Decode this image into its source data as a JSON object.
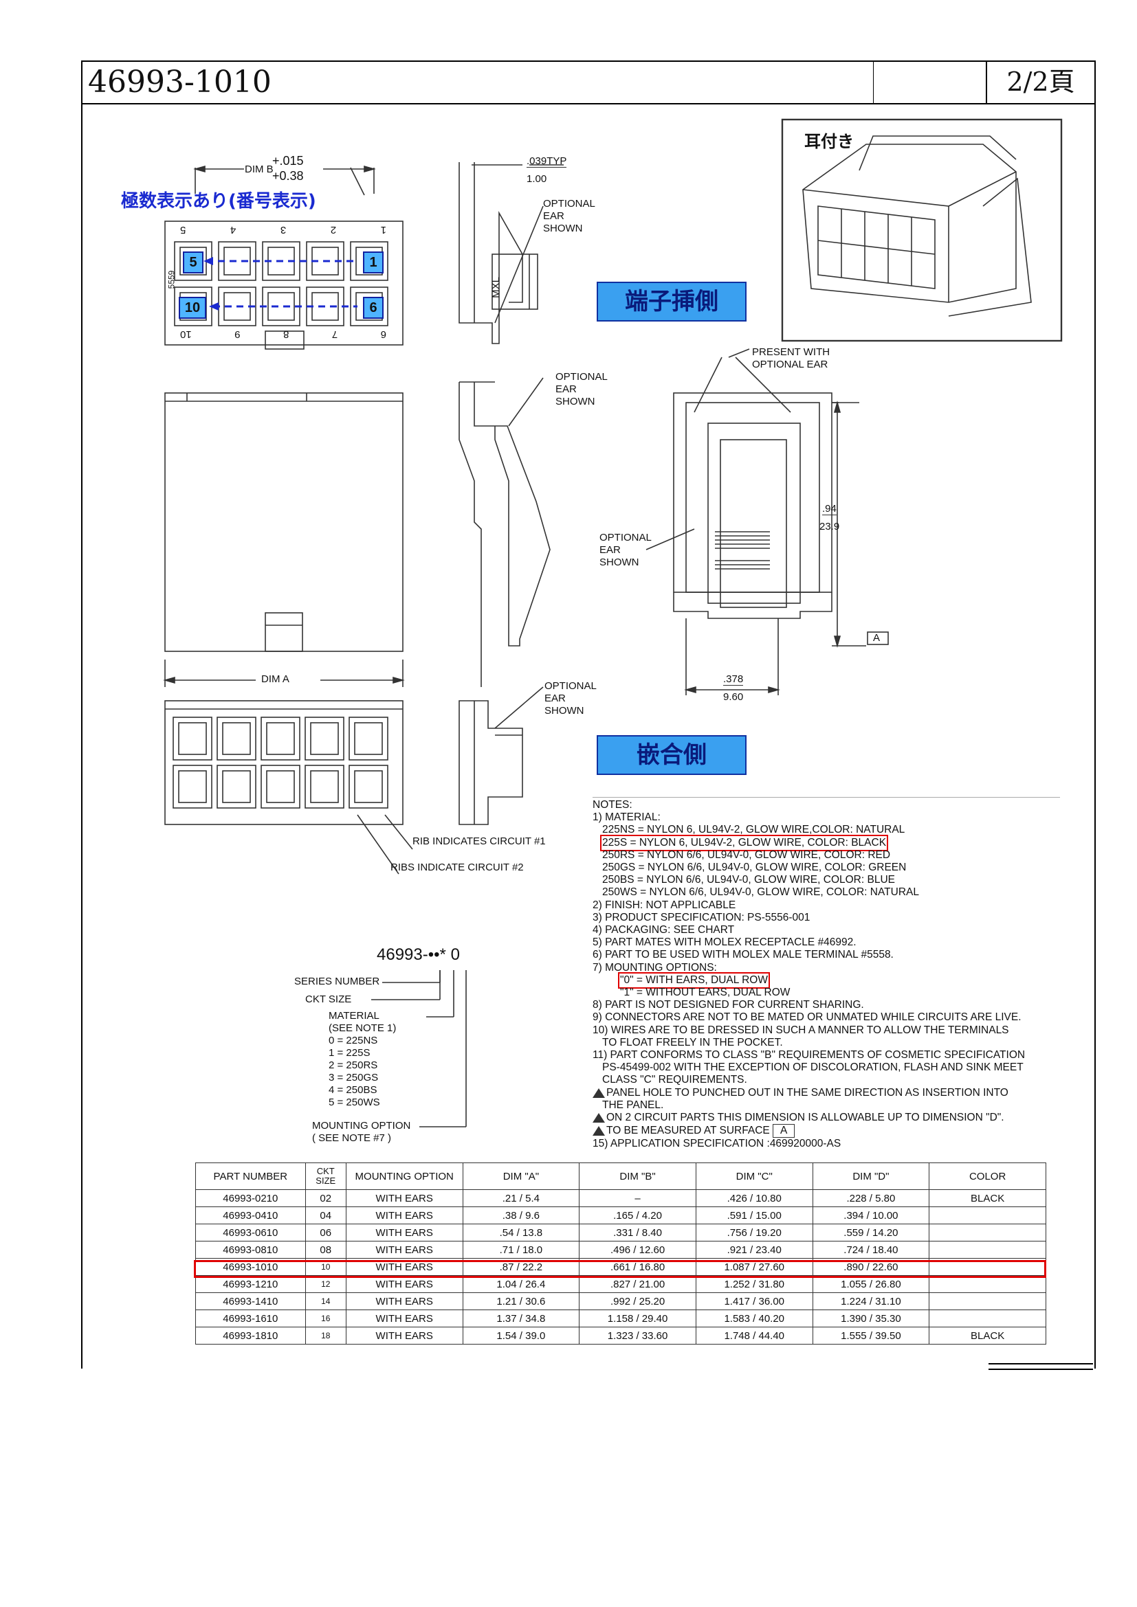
{
  "header": {
    "part_number": "46993-1010",
    "page": "2/2頁"
  },
  "drawing": {
    "polarity_label": "極数表示あり(番号表示)",
    "ears_label": "耳付き",
    "terminal_side": "端子挿側",
    "mating_side": "嵌合側",
    "dim_b": "DIM B",
    "dim_b_tol_top": "+.015",
    "dim_b_tol_bottom": "+0.38",
    "dim_typ": ".039TYP",
    "dim_typ_mm": "1.00",
    "optional_ear": "OPTIONAL EAR SHOWN",
    "present_with": "PRESENT WITH OPTIONAL EAR",
    "dim_94": ".94",
    "dim_239": "23.9",
    "dim_378": ".378",
    "dim_960": "9.60",
    "dim_a": "DIM A",
    "datum_a": "A",
    "rib1": "RIB INDICATES CIRCUIT #1",
    "rib2": "RIBS INDICATE CIRCUIT #2",
    "mark": "MXL",
    "pins_top": [
      "5",
      "4",
      "3",
      "2",
      "1"
    ],
    "pins_bottom": [
      "10",
      "9",
      "8",
      "7",
      "6"
    ],
    "callout_left_top": "5",
    "callout_right_top": "1",
    "callout_left_bottom": "10",
    "callout_right_bottom": "6",
    "side_num": "5559"
  },
  "pn_key": {
    "code": "46993-",
    "suffix": "0",
    "series": "SERIES NUMBER",
    "ckt": "CKT SIZE",
    "material": "MATERIAL",
    "see_note1": "(SEE NOTE 1)",
    "mat_codes": [
      "0 = 225NS",
      "1 = 225S",
      "2 = 250RS",
      "3 = 250GS",
      "4 = 250BS",
      "5 = 250WS"
    ],
    "mounting": "MOUNTING OPTION",
    "see_note7": "( SEE NOTE #7 )"
  },
  "notes": {
    "title": "NOTES:",
    "lines": [
      "1) MATERIAL:",
      "225NS = NYLON 6, UL94V-2, GLOW WIRE,COLOR: NATURAL",
      "225S = NYLON 6, UL94V-2, GLOW WIRE, COLOR: BLACK",
      "250RS = NYLON 6/6, UL94V-0, GLOW WIRE, COLOR: RED",
      "250GS = NYLON 6/6, UL94V-0, GLOW WIRE, COLOR: GREEN",
      "250BS = NYLON 6/6, UL94V-0, GLOW WIRE, COLOR: BLUE",
      "250WS = NYLON 6/6, UL94V-0, GLOW WIRE, COLOR: NATURAL",
      "2) FINISH: NOT APPLICABLE",
      "3) PRODUCT SPECIFICATION: PS-5556-001",
      "4) PACKAGING: SEE CHART",
      "5) PART MATES WITH MOLEX RECEPTACLE #46992.",
      "6) PART TO BE USED WITH MOLEX MALE TERMINAL #5558.",
      "7) MOUNTING OPTIONS:",
      "\"0\" = WITH EARS, DUAL ROW",
      "\"1\" = WITHOUT EARS, DUAL ROW",
      "8)  PART IS NOT DESIGNED FOR CURRENT SHARING.",
      "9)  CONNECTORS ARE NOT TO BE MATED OR UNMATED WHILE CIRCUITS ARE LIVE.",
      "10) WIRES ARE TO BE DRESSED IN SUCH A MANNER TO ALLOW THE TERMINALS",
      "TO FLOAT FREELY IN THE POCKET.",
      "11) PART CONFORMS TO CLASS \"B\" REQUIREMENTS OF COSMETIC SPECIFICATION",
      "PS-45499-002 WITH THE EXCEPTION OF DISCOLORATION, FLASH AND SINK MEET",
      "CLASS \"C\" REQUIREMENTS.",
      "PANEL HOLE TO PUNCHED OUT IN THE SAME DIRECTION AS INSERTION INTO",
      "THE PANEL.",
      "ON 2 CIRCUIT PARTS THIS DIMENSION IS ALLOWABLE UP TO DIMENSION \"D\".",
      "TO BE MEASURED AT SURFACE",
      "15) APPLICATION SPECIFICATION :469920000-AS"
    ]
  },
  "table": {
    "headers": [
      "PART NUMBER",
      "CKT SIZE",
      "MOUNTING OPTION",
      "DIM \"A\"",
      "DIM \"B\"",
      "DIM \"C\"",
      "DIM \"D\"",
      "COLOR"
    ],
    "rows": [
      [
        "46993-0210",
        "02",
        "WITH EARS",
        ".21 / 5.4",
        "–",
        ".426 / 10.80",
        ".228 / 5.80",
        "BLACK"
      ],
      [
        "46993-0410",
        "04",
        "WITH EARS",
        ".38 / 9.6",
        ".165 / 4.20",
        ".591 / 15.00",
        ".394 / 10.00",
        ""
      ],
      [
        "46993-0610",
        "06",
        "WITH EARS",
        ".54 / 13.8",
        ".331 / 8.40",
        ".756 / 19.20",
        ".559 / 14.20",
        ""
      ],
      [
        "46993-0810",
        "08",
        "WITH EARS",
        ".71 / 18.0",
        ".496 / 12.60",
        ".921 / 23.40",
        ".724 / 18.40",
        ""
      ],
      [
        "46993-1010",
        "10",
        "WITH EARS",
        ".87 / 22.2",
        ".661 / 16.80",
        "1.087 / 27.60",
        ".890 / 22.60",
        ""
      ],
      [
        "46993-1210",
        "12",
        "WITH EARS",
        "1.04 / 26.4",
        ".827 / 21.00",
        "1.252 / 31.80",
        "1.055 / 26.80",
        ""
      ],
      [
        "46993-1410",
        "14",
        "WITH EARS",
        "1.21 / 30.6",
        ".992 / 25.20",
        "1.417 / 36.00",
        "1.224 / 31.10",
        ""
      ],
      [
        "46993-1610",
        "16",
        "WITH EARS",
        "1.37 / 34.8",
        "1.158 / 29.40",
        "1.583 / 40.20",
        "1.390 / 35.30",
        ""
      ],
      [
        "46993-1810",
        "18",
        "WITH EARS",
        "1.54 / 39.0",
        "1.323 / 33.60",
        "1.748 / 44.40",
        "1.555 / 39.50",
        "BLACK"
      ]
    ]
  }
}
